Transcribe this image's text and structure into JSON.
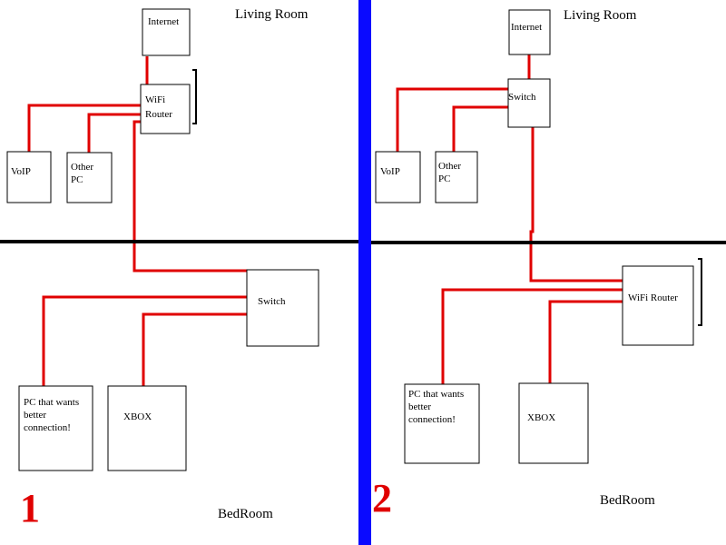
{
  "colors": {
    "background": "#ffffff",
    "wire": "#e00000",
    "room_divider": "#000000",
    "panel_divider": "#0a0aff",
    "box_border": "#000000",
    "panel_number": "#e00000"
  },
  "panels": [
    {
      "number": "1",
      "top_room": "Living Room",
      "bottom_room": "BedRoom",
      "nodes": {
        "internet": [
          "Internet"
        ],
        "wifi_router": [
          "WiFi",
          "Router"
        ],
        "voip": [
          "VoIP"
        ],
        "other_pc": [
          "Other",
          "PC"
        ],
        "switch": [
          "Switch"
        ],
        "pc": [
          "PC that wants",
          "better",
          "connection!"
        ],
        "xbox": [
          "XBOX"
        ]
      }
    },
    {
      "number": "2",
      "top_room": "Living Room",
      "bottom_room": "BedRoom",
      "nodes": {
        "internet": [
          "Internet"
        ],
        "switch": [
          "Switch"
        ],
        "voip": [
          "VoIP"
        ],
        "other_pc": [
          "Other",
          "PC"
        ],
        "wifi_router": [
          "WiFi Router"
        ],
        "pc": [
          "PC that wants",
          "better",
          "connection!"
        ],
        "xbox": [
          "XBOX"
        ]
      }
    }
  ]
}
